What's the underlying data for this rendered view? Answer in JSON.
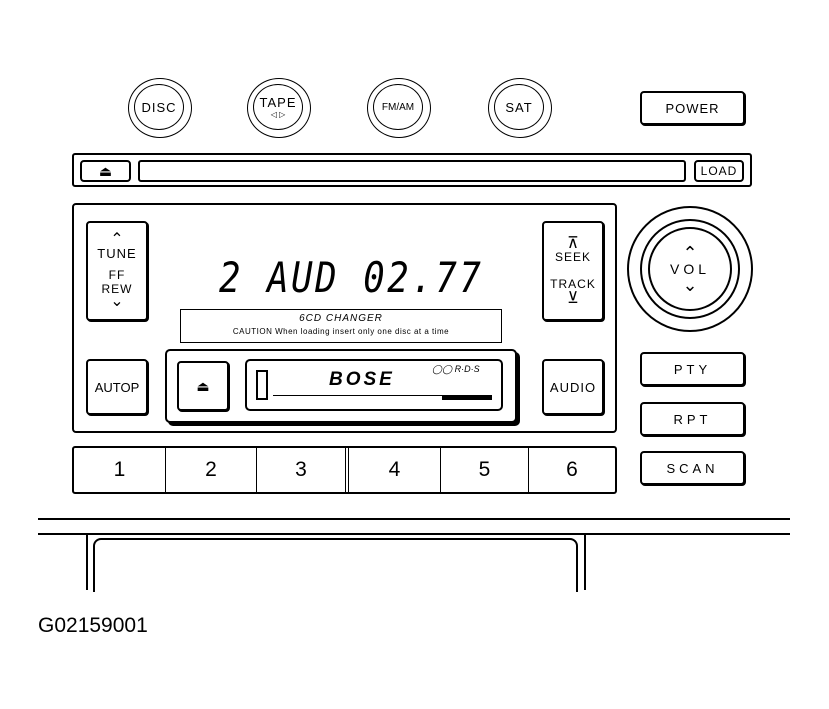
{
  "top_buttons": {
    "disc": "DISC",
    "tape": "TAPE",
    "tape_sub": "◁ ▷",
    "fm_am": "FM/AM",
    "sat": "SAT",
    "power": "POWER"
  },
  "cd_slot": {
    "eject_symbol": "⏏",
    "load": "LOAD"
  },
  "left_controls": {
    "tune_up": "⌃",
    "tune": "TUNE",
    "ff": "FF",
    "rew": "REW",
    "tune_down": "⌄",
    "autop": "AUTOP"
  },
  "display": {
    "readout": "2 AUD 02.77",
    "changer_title": "6CD CHANGER",
    "changer_caution": "CAUTION When loading insert only one disc at a time"
  },
  "tape_deck": {
    "eject_symbol": "⏏",
    "brand": "BOSE",
    "logos": "◯◯ R·D·S"
  },
  "right_controls": {
    "seek_up": "⊼",
    "seek": "SEEK",
    "track": "TRACK",
    "track_down": "⊻",
    "audio": "AUDIO",
    "vol": "VOL",
    "vol_up": "⌃",
    "vol_down": "⌄",
    "pty": "PTY",
    "rpt": "RPT",
    "scan": "SCAN"
  },
  "presets": [
    "1",
    "2",
    "3",
    "4",
    "5",
    "6"
  ],
  "figure_id": "G02159001"
}
